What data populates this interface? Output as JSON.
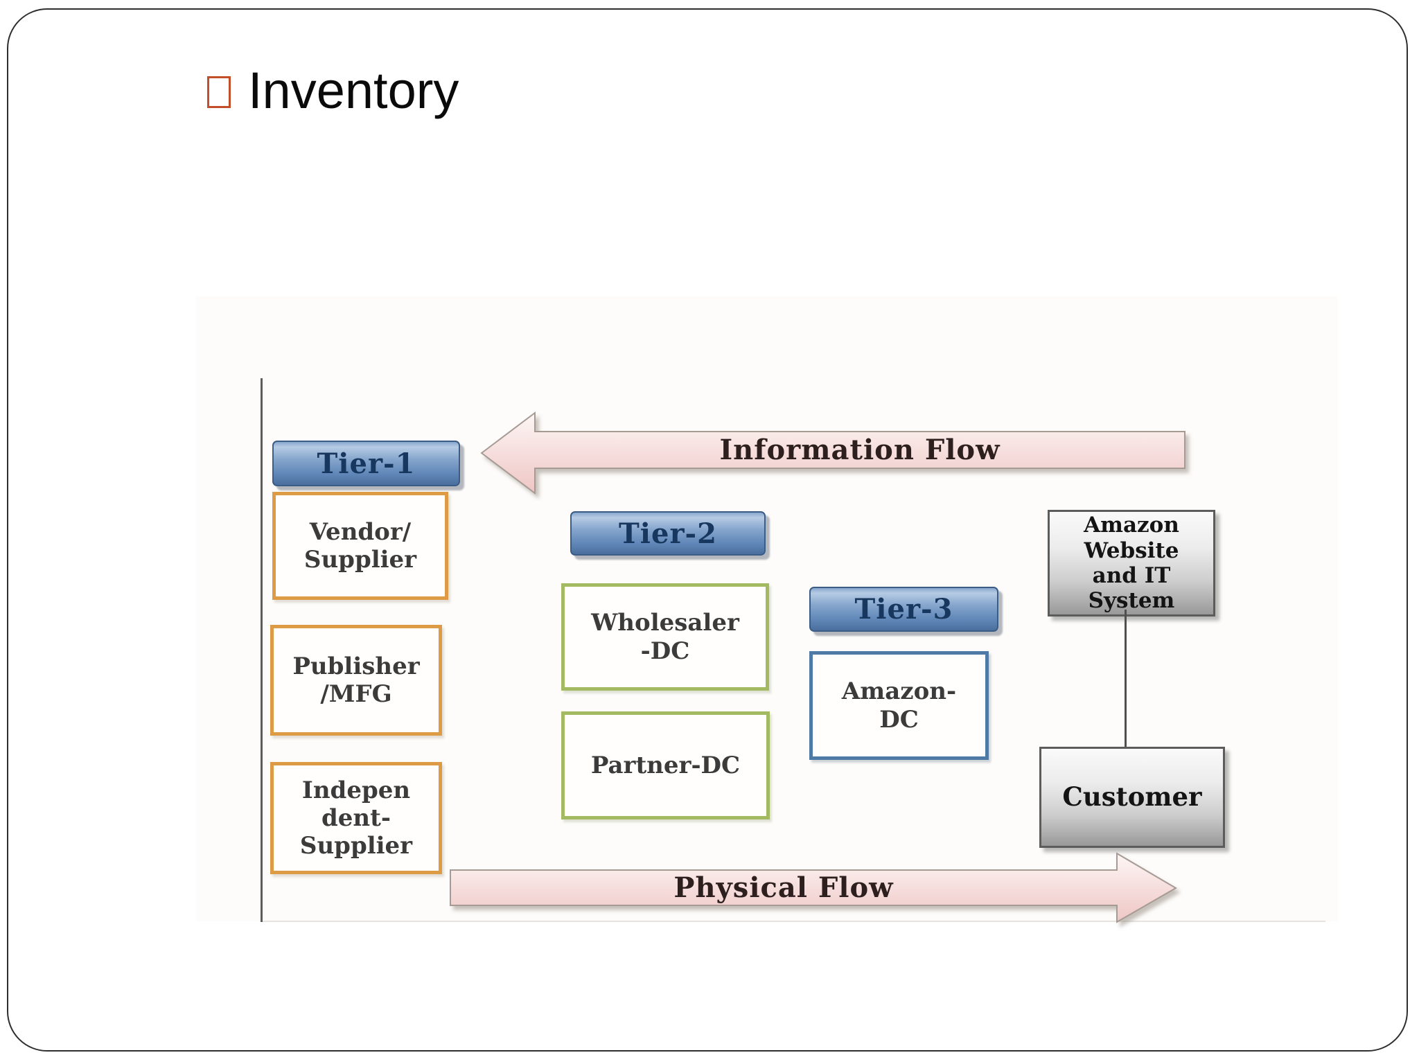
{
  "slide": {
    "title": "Inventory"
  },
  "diagram": {
    "tiers": [
      {
        "id": "tier-1",
        "label": "Tier-1"
      },
      {
        "id": "tier-2",
        "label": "Tier-2"
      },
      {
        "id": "tier-3",
        "label": "Tier-3"
      }
    ],
    "boxes": [
      {
        "id": "vendor-supplier",
        "style": "orange",
        "lines": [
          "Vendor/",
          "Supplier"
        ]
      },
      {
        "id": "publisher-mfg",
        "style": "orange",
        "lines": [
          "Publisher",
          "/MFG"
        ]
      },
      {
        "id": "independent-supplier",
        "style": "orange",
        "lines": [
          "Indepen",
          "dent-",
          "Supplier"
        ]
      },
      {
        "id": "wholesaler-dc",
        "style": "green",
        "lines": [
          "Wholesaler",
          "-DC"
        ]
      },
      {
        "id": "partner-dc",
        "style": "green",
        "lines": [
          "Partner-DC"
        ]
      },
      {
        "id": "amazon-dc",
        "style": "blue",
        "lines": [
          "Amazon-",
          "DC"
        ]
      },
      {
        "id": "amazon-website",
        "style": "gray",
        "lines": [
          "Amazon",
          "Website",
          "and IT",
          "System"
        ]
      },
      {
        "id": "customer",
        "style": "gray",
        "lines": [
          "Customer"
        ]
      }
    ],
    "arrows": [
      {
        "id": "information-flow",
        "label": "Information Flow",
        "direction": "left"
      },
      {
        "id": "physical-flow",
        "label": "Physical Flow",
        "direction": "right"
      }
    ],
    "colors": {
      "orange_border": "#dd9b45",
      "green_border": "#a3ba62",
      "blue_border": "#4f7aa6",
      "tier_button_blue": "#6289b9",
      "tier_text_navy": "#17375e",
      "arrow_pink": "#eec6c4",
      "gray_box_bottom": "#999999",
      "title_bullet_orange": "#c34e2a",
      "connector_gray": "#4f4f4f"
    }
  }
}
